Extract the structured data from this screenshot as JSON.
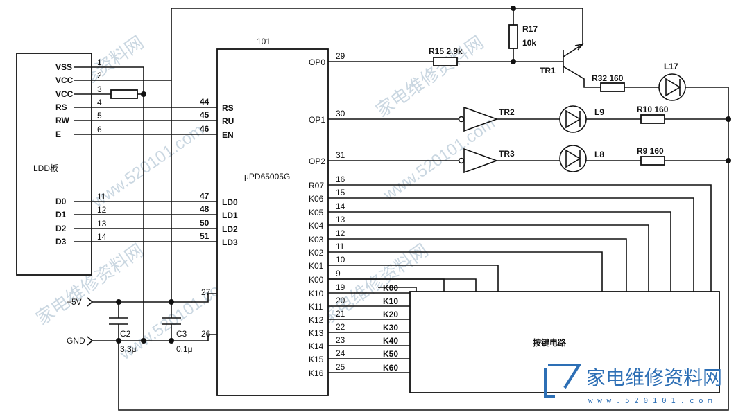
{
  "labels": {
    "ic_title": "101",
    "ic_name": "μPD65005G",
    "lcd_board": "LDD板",
    "key_circuit": "按键电路",
    "plus5v": "+5V",
    "gnd": "GND",
    "c2": "C2",
    "c2_val": "3.3μ",
    "c3": "C3",
    "c3_val": "0.1μ",
    "r17": "R17",
    "r17_val": "10k",
    "r15": "R15 2.9k",
    "tr1": "TR1",
    "r32": "R32 160",
    "l17": "L17",
    "tr2": "TR2",
    "l9": "L9",
    "r10": "R10 160",
    "tr3": "TR3",
    "l8": "L8",
    "r9": "R9 160",
    "pin27": "27",
    "pin26": "26"
  },
  "lcd_pins": [
    {
      "name": "VSS",
      "num": "1"
    },
    {
      "name": "VCC",
      "num": "2"
    },
    {
      "name": "VCC",
      "num": "3"
    },
    {
      "name": "RS",
      "num": "4"
    },
    {
      "name": "RW",
      "num": "5"
    },
    {
      "name": "E",
      "num": "6"
    },
    {
      "name": "D0",
      "num": "11"
    },
    {
      "name": "D1",
      "num": "12"
    },
    {
      "name": "D2",
      "num": "13"
    },
    {
      "name": "D3",
      "num": "14"
    }
  ],
  "ic_left_pins": [
    {
      "name": "RS",
      "num": "44"
    },
    {
      "name": "RU",
      "num": "45"
    },
    {
      "name": "EN",
      "num": "46"
    },
    {
      "name": "LD0",
      "num": "47"
    },
    {
      "name": "LD1",
      "num": "48"
    },
    {
      "name": "LD2",
      "num": "50"
    },
    {
      "name": "LD3",
      "num": "51"
    }
  ],
  "ic_right_pins": [
    {
      "name": "OP0",
      "num": "29"
    },
    {
      "name": "OP1",
      "num": "30"
    },
    {
      "name": "OP2",
      "num": "31"
    },
    {
      "name": "R07",
      "num": "16"
    },
    {
      "name": "K06",
      "num": "15"
    },
    {
      "name": "K05",
      "num": "14"
    },
    {
      "name": "K04",
      "num": "13"
    },
    {
      "name": "K03",
      "num": "12"
    },
    {
      "name": "K02",
      "num": "11"
    },
    {
      "name": "K01",
      "num": "10"
    },
    {
      "name": "K00",
      "num": "9"
    },
    {
      "name": "K10",
      "num": "19",
      "net": "K00"
    },
    {
      "name": "K11",
      "num": "20",
      "net": "K10"
    },
    {
      "name": "K12",
      "num": "21",
      "net": "K20"
    },
    {
      "name": "K13",
      "num": "22",
      "net": "K30"
    },
    {
      "name": "K14",
      "num": "23",
      "net": "K40"
    },
    {
      "name": "K15",
      "num": "24",
      "net": "K50"
    },
    {
      "name": "K16",
      "num": "25",
      "net": "K60"
    }
  ],
  "watermarks": {
    "site": "www.520101.com",
    "cn": "家电维修资料网",
    "logo_cn": "家电维修资料网",
    "logo_url": "w w w . 5 2 0 1 0 1 . c o m"
  },
  "colors": {
    "ink": "#111111",
    "watermark": "#9fb6c9",
    "logo": "#2d6fb5"
  }
}
